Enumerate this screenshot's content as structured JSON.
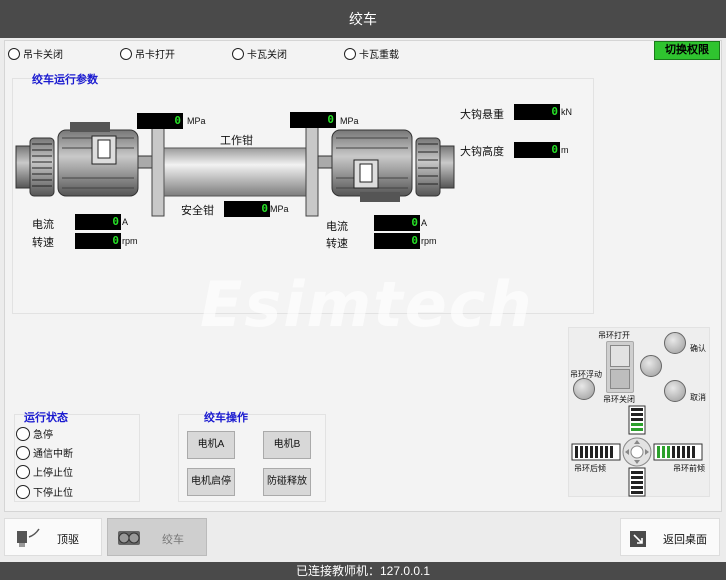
{
  "title": "绞车",
  "switch_label": "切换权限",
  "top_radios": [
    {
      "label": "吊卡关闭"
    },
    {
      "label": "吊卡打开"
    },
    {
      "label": "卡瓦关闭"
    },
    {
      "label": "卡瓦重载"
    }
  ],
  "params": {
    "title": "绞车运行参数",
    "left_pressure": {
      "value": "0",
      "unit": "MPa"
    },
    "right_pressure": {
      "value": "0",
      "unit": "MPa"
    },
    "work_clamp_label": "工作钳",
    "safety_clamp": {
      "label": "安全钳",
      "value": "0",
      "unit": "MPa"
    },
    "hook_load": {
      "label": "大钩悬重",
      "value": "0",
      "unit": "kN"
    },
    "hook_height": {
      "label": "大钩高度",
      "value": "0",
      "unit": "m"
    },
    "left_motor": {
      "current_label": "电流",
      "current": "0",
      "current_unit": "A",
      "speed_label": "转速",
      "speed": "0",
      "speed_unit": "rpm"
    },
    "right_motor": {
      "current_label": "电流",
      "current": "0",
      "current_unit": "A",
      "speed_label": "转速",
      "speed": "0",
      "speed_unit": "rpm"
    }
  },
  "watermark": "Esimtech",
  "status": {
    "title": "运行状态",
    "items": [
      {
        "label": "急停"
      },
      {
        "label": "通信中断"
      },
      {
        "label": "上停止位"
      },
      {
        "label": "下停止位"
      }
    ]
  },
  "ops": {
    "title": "绞车操作",
    "buttons": [
      {
        "label": "电机A"
      },
      {
        "label": "电机B"
      },
      {
        "label": "电机启停"
      },
      {
        "label": "防碰释放"
      }
    ]
  },
  "control": {
    "elevator_open": "吊环打开",
    "elevator_float": "吊环浮动",
    "elevator_close": "吊环关闭",
    "confirm": "确认",
    "cancel": "取消",
    "tilt_back": "吊环后倾",
    "tilt_front": "吊环前倾"
  },
  "nav": {
    "topdrive": "顶驱",
    "drawworks": "绞车",
    "back_desktop": "返回桌面"
  },
  "footer": "已连接教师机：127.0.0.1",
  "colors": {
    "accent_blue": "#1a1ad0",
    "led_green": "#27e027",
    "switch_green": "#2fc42f",
    "bar_dark": "#4a4a4a"
  }
}
